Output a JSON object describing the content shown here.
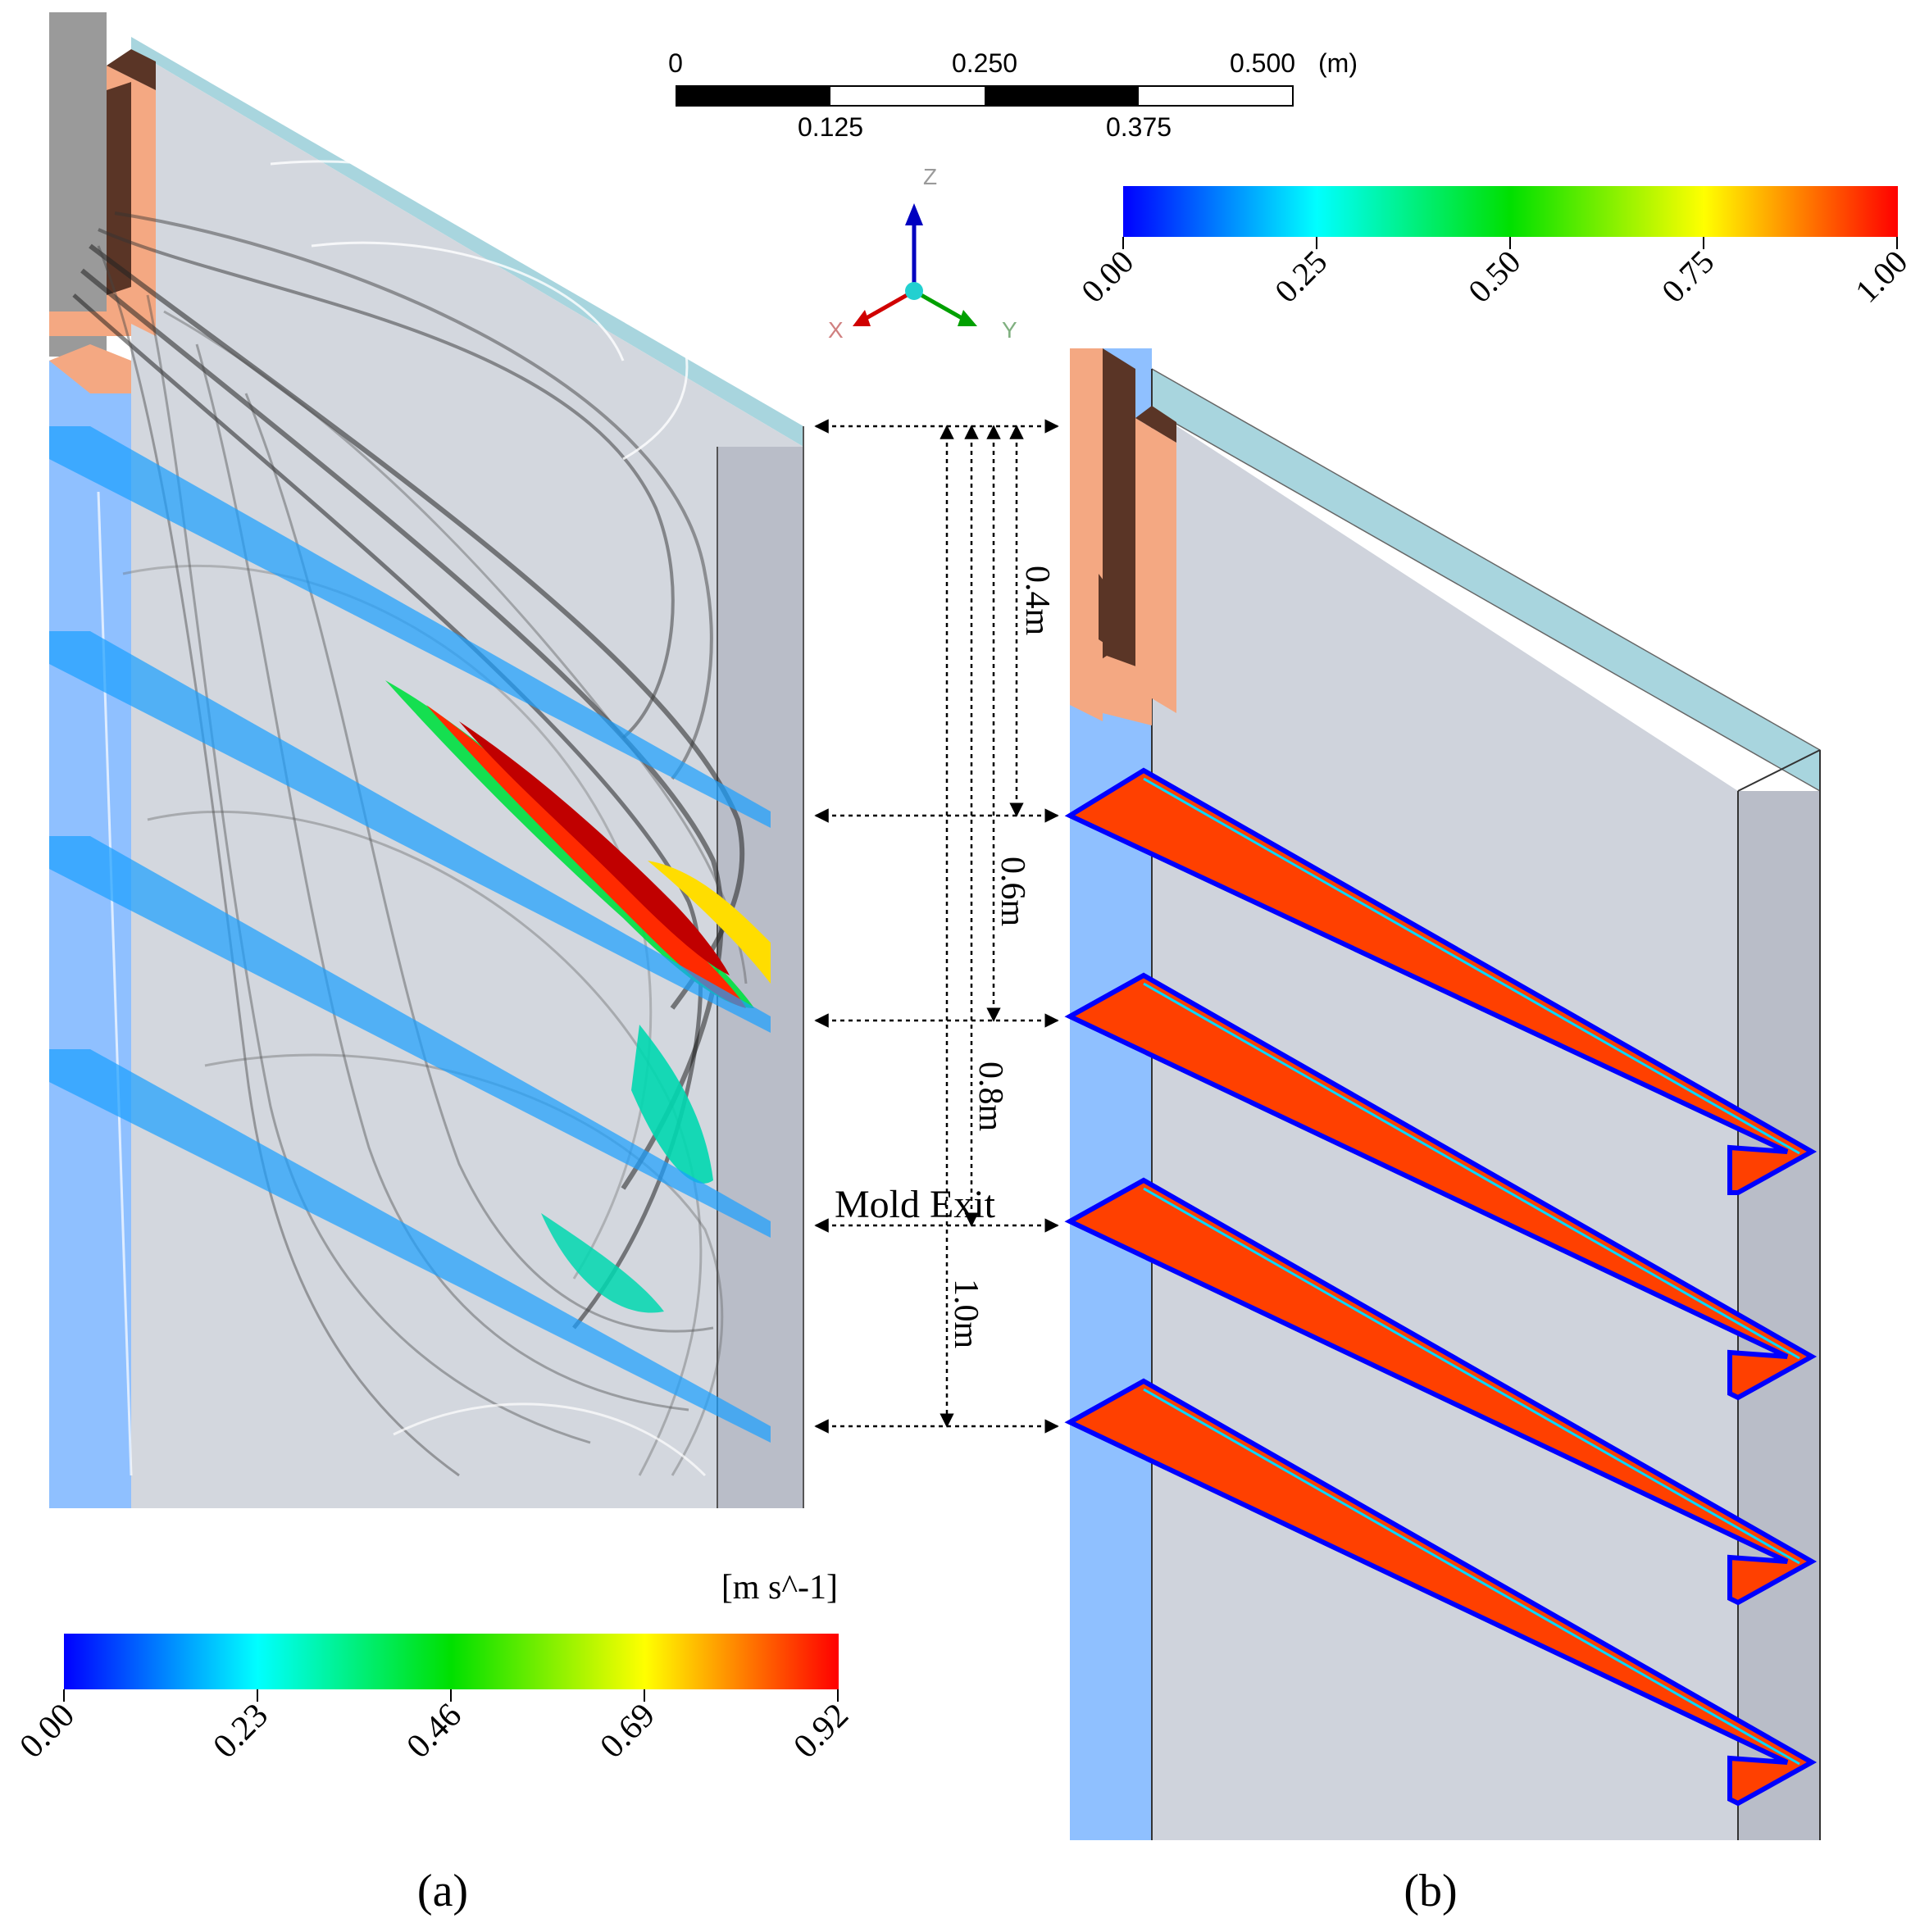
{
  "scale_bar": {
    "top_labels": [
      "0",
      "0.250",
      "0.500"
    ],
    "bottom_labels": [
      "0.125",
      "0.375"
    ],
    "unit": "(m)"
  },
  "triad": {
    "z": "Z",
    "x": "X",
    "y": "Y"
  },
  "colorbar_b": {
    "ticks": [
      "0.00",
      "0.25",
      "0.50",
      "0.75",
      "1.00"
    ]
  },
  "colorbar_a": {
    "unit": "[m s^-1]",
    "ticks": [
      "0.00",
      "0.23",
      "0.46",
      "0.69",
      "0.92"
    ]
  },
  "dimensions": {
    "d1": "0.4m",
    "d2": "0.6m",
    "d3": "0.8m",
    "d4": "1.0m"
  },
  "mold_exit": "Mold Exit",
  "panels": {
    "a": "(a)",
    "b": "(b)"
  },
  "colors": {
    "mold_exit_text": "#1a1aff",
    "nozzle": "#f4a882",
    "nozzle_dark": "#5a3526",
    "mold_top": "#a8d5de",
    "mold_face": "#cfd3dc",
    "narrow_face": "#8fc0ff"
  }
}
